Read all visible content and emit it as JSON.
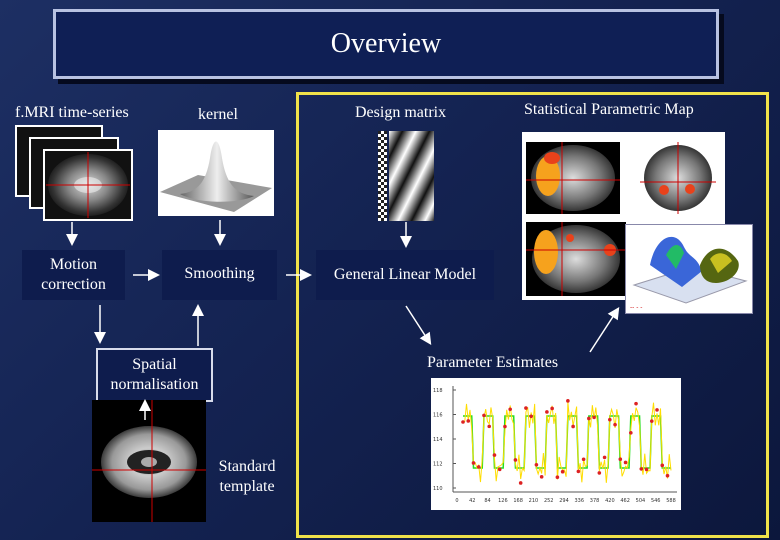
{
  "title": "Overview",
  "labels": {
    "fmri": "f.MRI time-series",
    "kernel": "kernel",
    "design_matrix": "Design matrix",
    "spm": "Statistical Parametric Map",
    "motion": "Motion correction",
    "smoothing": "Smoothing",
    "glm": "General Linear Model",
    "spatial": "Spatial normalisation",
    "param": "Parameter Estimates",
    "template": "Standard template"
  },
  "plot": {
    "y_ticks": [
      "118",
      "116",
      "114",
      "112",
      "110"
    ],
    "x_ticks": [
      "0",
      "42",
      "84",
      "126",
      "168",
      "210",
      "252",
      "294",
      "336",
      "378",
      "420",
      "462",
      "504",
      "546",
      "588"
    ]
  },
  "colors": {
    "yellow_frame": "#f0e24a",
    "arrow": "#ffffff",
    "fit_line": "#22dd22",
    "data_line": "#ffdd00",
    "points": "#dd2222"
  }
}
